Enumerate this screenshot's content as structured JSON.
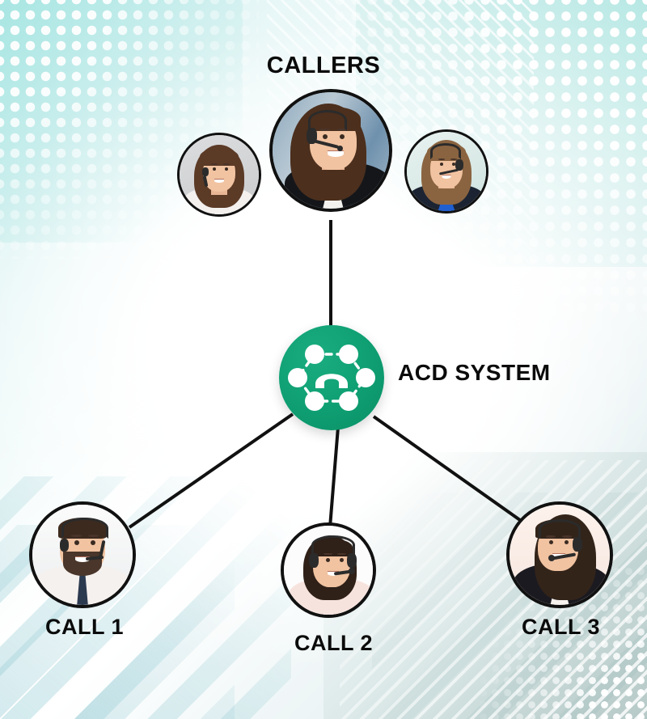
{
  "diagram": {
    "title": "ACD System call routing diagram",
    "background": {
      "accent_cyan": "#b7e8e4",
      "accent_sage": "#b7cac8",
      "base": "#ffffff"
    },
    "hub": {
      "label": "ACD SYSTEM",
      "icon_name": "acd-network-phone-icon",
      "color": "#0e9e71",
      "icon_color": "#ffffff",
      "node_count": 6
    },
    "callers": {
      "group_label": "CALLERS",
      "nodes": [
        {
          "id": "caller-left",
          "name": "caller-avatar-left",
          "description": "Woman with wavy brown hair wearing a headset, light grey background",
          "size": "small"
        },
        {
          "id": "caller-main",
          "name": "caller-avatar-main",
          "description": "Woman with long brown hair in black blazer and white top wearing a headset, blue office background",
          "size": "large"
        },
        {
          "id": "caller-right",
          "name": "caller-avatar-right",
          "description": "Woman with light brown hair in blue shirt and dark blazer wearing a headset, teal background",
          "size": "small"
        }
      ]
    },
    "agents": [
      {
        "id": "call-1",
        "label": "CALL 1",
        "name": "agent-avatar-call-1",
        "description": "Bearded man in white shirt and navy tie wearing a headset, white background"
      },
      {
        "id": "call-2",
        "label": "CALL 2",
        "name": "agent-avatar-call-2",
        "description": "Woman with dark hair in blush pink blouse wearing a large headset, white background"
      },
      {
        "id": "call-3",
        "label": "CALL 3",
        "name": "agent-avatar-call-3",
        "description": "Woman with long dark hair in black blazer and white shirt wearing a headset, cream background"
      }
    ],
    "connectors": [
      {
        "id": "caller-main-to-hub",
        "from": "caller-main",
        "to": "hub",
        "color": "#111111"
      },
      {
        "id": "hub-to-call-1",
        "from": "hub",
        "to": "call-1",
        "color": "#111111"
      },
      {
        "id": "hub-to-call-2",
        "from": "hub",
        "to": "call-2",
        "color": "#111111"
      },
      {
        "id": "hub-to-call-3",
        "from": "hub",
        "to": "call-3",
        "color": "#111111"
      }
    ]
  }
}
